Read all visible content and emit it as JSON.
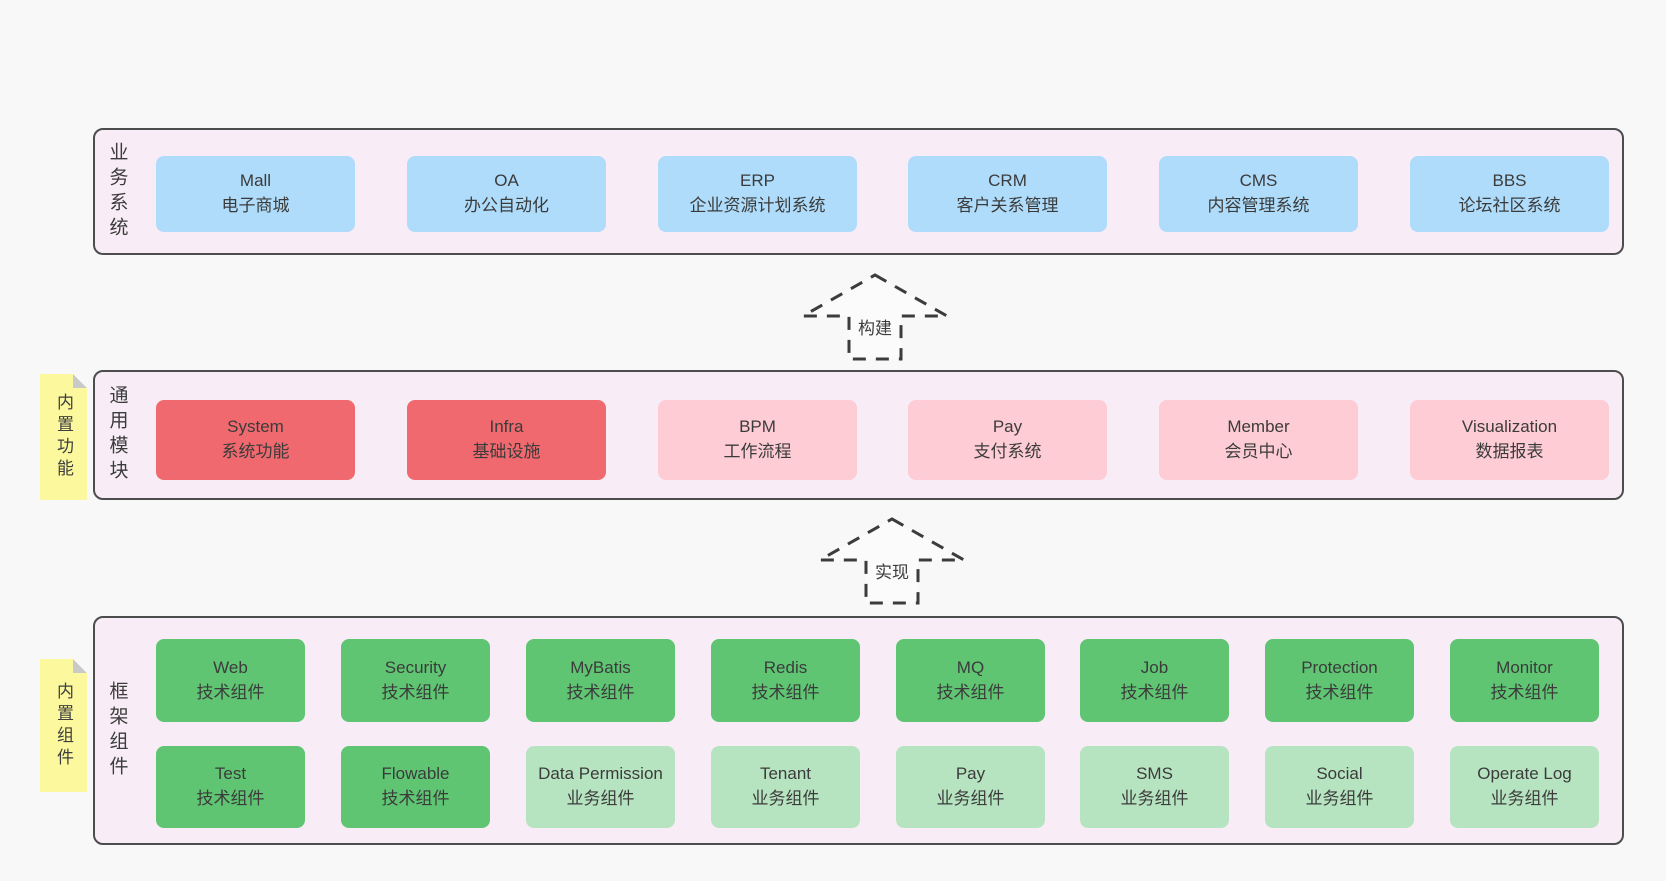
{
  "canvas": {
    "background": "#f8f8f8"
  },
  "colors": {
    "container_bg": "#f8edf6",
    "container_border": "#4d4d4d",
    "blue": "#aedcfa",
    "red": "#f0696e",
    "pink": "#fdccd5",
    "green_dark": "#5fc573",
    "green_light": "#b7e4c0",
    "note_bg": "#fbf89e",
    "note_fold": "#c9c9c9",
    "text": "#3b3b3b"
  },
  "layers": {
    "business": {
      "label": "业务系统",
      "boxes": [
        {
          "name": "Mall",
          "desc": "电子商城"
        },
        {
          "name": "OA",
          "desc": "办公自动化"
        },
        {
          "name": "ERP",
          "desc": "企业资源计划系统"
        },
        {
          "name": "CRM",
          "desc": "客户关系管理"
        },
        {
          "name": "CMS",
          "desc": "内容管理系统"
        },
        {
          "name": "BBS",
          "desc": "论坛社区系统"
        }
      ]
    },
    "modules": {
      "label": "通用模块",
      "note": "内置功能",
      "boxes": [
        {
          "name": "System",
          "desc": "系统功能"
        },
        {
          "name": "Infra",
          "desc": "基础设施"
        },
        {
          "name": "BPM",
          "desc": "工作流程"
        },
        {
          "name": "Pay",
          "desc": "支付系统"
        },
        {
          "name": "Member",
          "desc": "会员中心"
        },
        {
          "name": "Visualization",
          "desc": "数据报表"
        }
      ]
    },
    "framework": {
      "label": "框架组件",
      "note": "内置组件",
      "row1": [
        {
          "name": "Web",
          "desc": "技术组件"
        },
        {
          "name": "Security",
          "desc": "技术组件"
        },
        {
          "name": "MyBatis",
          "desc": "技术组件"
        },
        {
          "name": "Redis",
          "desc": "技术组件"
        },
        {
          "name": "MQ",
          "desc": "技术组件"
        },
        {
          "name": "Job",
          "desc": "技术组件"
        },
        {
          "name": "Protection",
          "desc": "技术组件"
        },
        {
          "name": "Monitor",
          "desc": "技术组件"
        }
      ],
      "row2": [
        {
          "name": "Test",
          "desc": "技术组件"
        },
        {
          "name": "Flowable",
          "desc": "技术组件"
        },
        {
          "name": "Data Permission",
          "desc": "业务组件"
        },
        {
          "name": "Tenant",
          "desc": "业务组件"
        },
        {
          "name": "Pay",
          "desc": "业务组件"
        },
        {
          "name": "SMS",
          "desc": "业务组件"
        },
        {
          "name": "Social",
          "desc": "业务组件"
        },
        {
          "name": "Operate Log",
          "desc": "业务组件"
        }
      ]
    }
  },
  "arrows": {
    "build": {
      "label": "构建"
    },
    "implement": {
      "label": "实现"
    }
  }
}
